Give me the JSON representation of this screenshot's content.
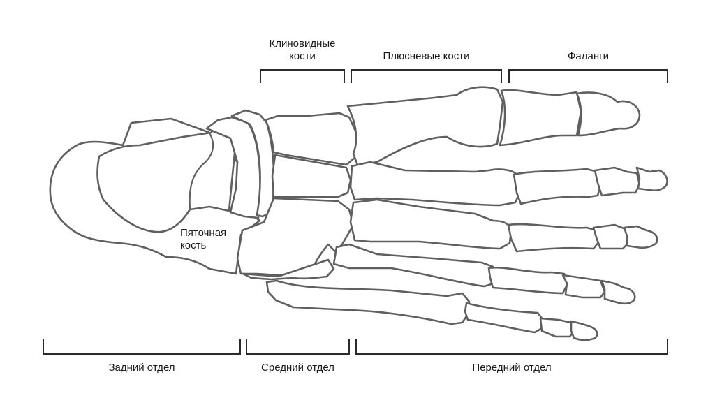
{
  "labels": {
    "cuneiform": [
      "Клиновидные",
      "кости"
    ],
    "metatarsals": "Плюсневые кости",
    "phalanges": "Фаланги",
    "calcaneus": [
      "Пяточная",
      "кость"
    ],
    "hindfoot": "Задний отдел",
    "midfoot": "Средний отдел",
    "forefoot": "Передний отдел"
  },
  "colors": {
    "outline": "#5f5f5f",
    "bracket": "#2b2b2b",
    "text": "#1a1a1a",
    "background": "#ffffff"
  }
}
